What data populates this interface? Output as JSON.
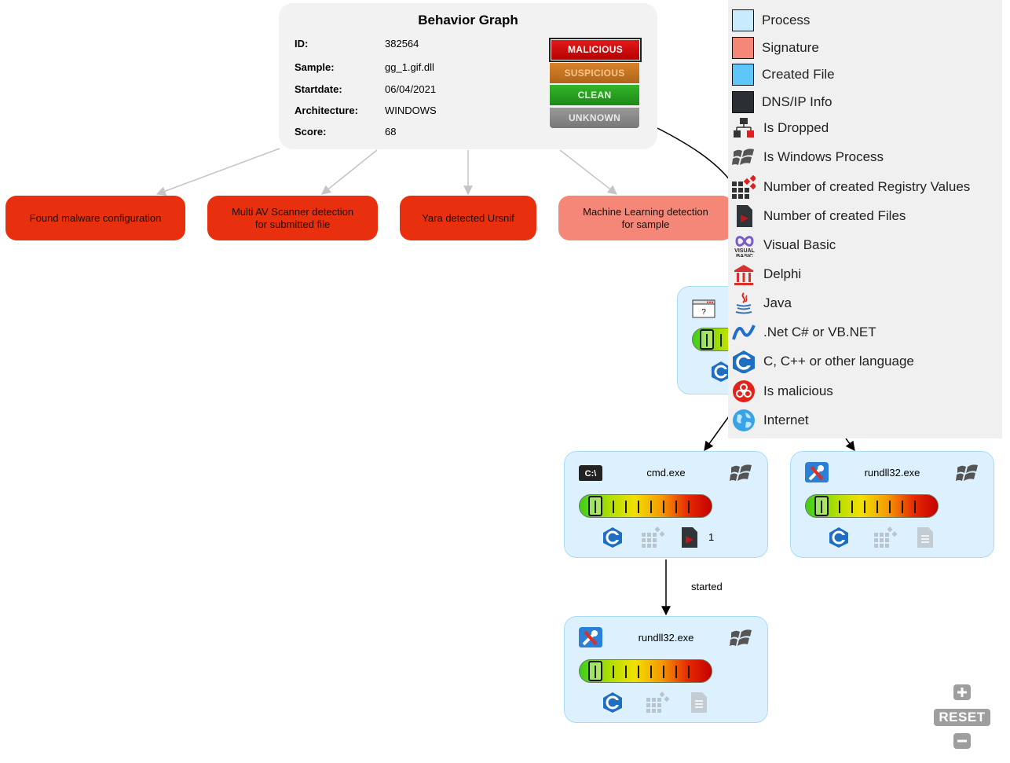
{
  "info": {
    "title": "Behavior Graph",
    "rows": [
      {
        "key": "ID:",
        "value": "382564"
      },
      {
        "key": "Sample:",
        "value": "gg_1.gif.dll"
      },
      {
        "key": "Startdate:",
        "value": "06/04/2021"
      },
      {
        "key": "Architecture:",
        "value": "WINDOWS"
      },
      {
        "key": "Score:",
        "value": "68"
      }
    ],
    "verdicts": {
      "malicious": "MALICIOUS",
      "suspicious": "SUSPICIOUS",
      "clean": "CLEAN",
      "unknown": "UNKNOWN"
    }
  },
  "signatures": [
    {
      "label": "Found malware configuration",
      "color": "#e8300e"
    },
    {
      "label": "Multi AV Scanner detection\nfor submitted file",
      "color": "#e8300e"
    },
    {
      "label": "Yara detected  Ursnif",
      "color": "#e8300e"
    },
    {
      "label": "Machine Learning detection\nfor sample",
      "color": "#f48777"
    }
  ],
  "processes": {
    "cmd": {
      "name": "cmd.exe",
      "icon": "cmd-icon",
      "created_files": "1"
    },
    "rundll_right": {
      "name": "rundll32.exe",
      "icon": "rundll-icon"
    },
    "rundll_bottom": {
      "name": "rundll32.exe",
      "icon": "rundll-icon"
    }
  },
  "edges": {
    "started_label": "started"
  },
  "legend": [
    {
      "label": "Process",
      "icon": "process-swatch",
      "color": "#c8ecfd"
    },
    {
      "label": "Signature",
      "icon": "signature-swatch",
      "color": "#f48777"
    },
    {
      "label": "Created File",
      "icon": "created-file-swatch",
      "color": "#5fc6fb"
    },
    {
      "label": "DNS/IP Info",
      "icon": "dns-ip-swatch",
      "color": "#2b2f33"
    },
    {
      "label": "Is Dropped",
      "icon": "dropped-icon"
    },
    {
      "label": "Is Windows Process",
      "icon": "windows-icon"
    },
    {
      "label": "Number of created Registry Values",
      "icon": "registry-icon"
    },
    {
      "label": "Number of created Files",
      "icon": "file-icon"
    },
    {
      "label": "Visual Basic",
      "icon": "visual-basic-icon"
    },
    {
      "label": "Delphi",
      "icon": "delphi-icon"
    },
    {
      "label": "Java",
      "icon": "java-icon"
    },
    {
      "label": ".Net C# or VB.NET",
      "icon": "dotnet-icon"
    },
    {
      "label": "C, C++ or other language",
      "icon": "cpp-icon"
    },
    {
      "label": "Is malicious",
      "icon": "biohazard-icon"
    },
    {
      "label": "Internet",
      "icon": "globe-icon"
    }
  ],
  "zoom": {
    "reset_label": "RESET"
  }
}
